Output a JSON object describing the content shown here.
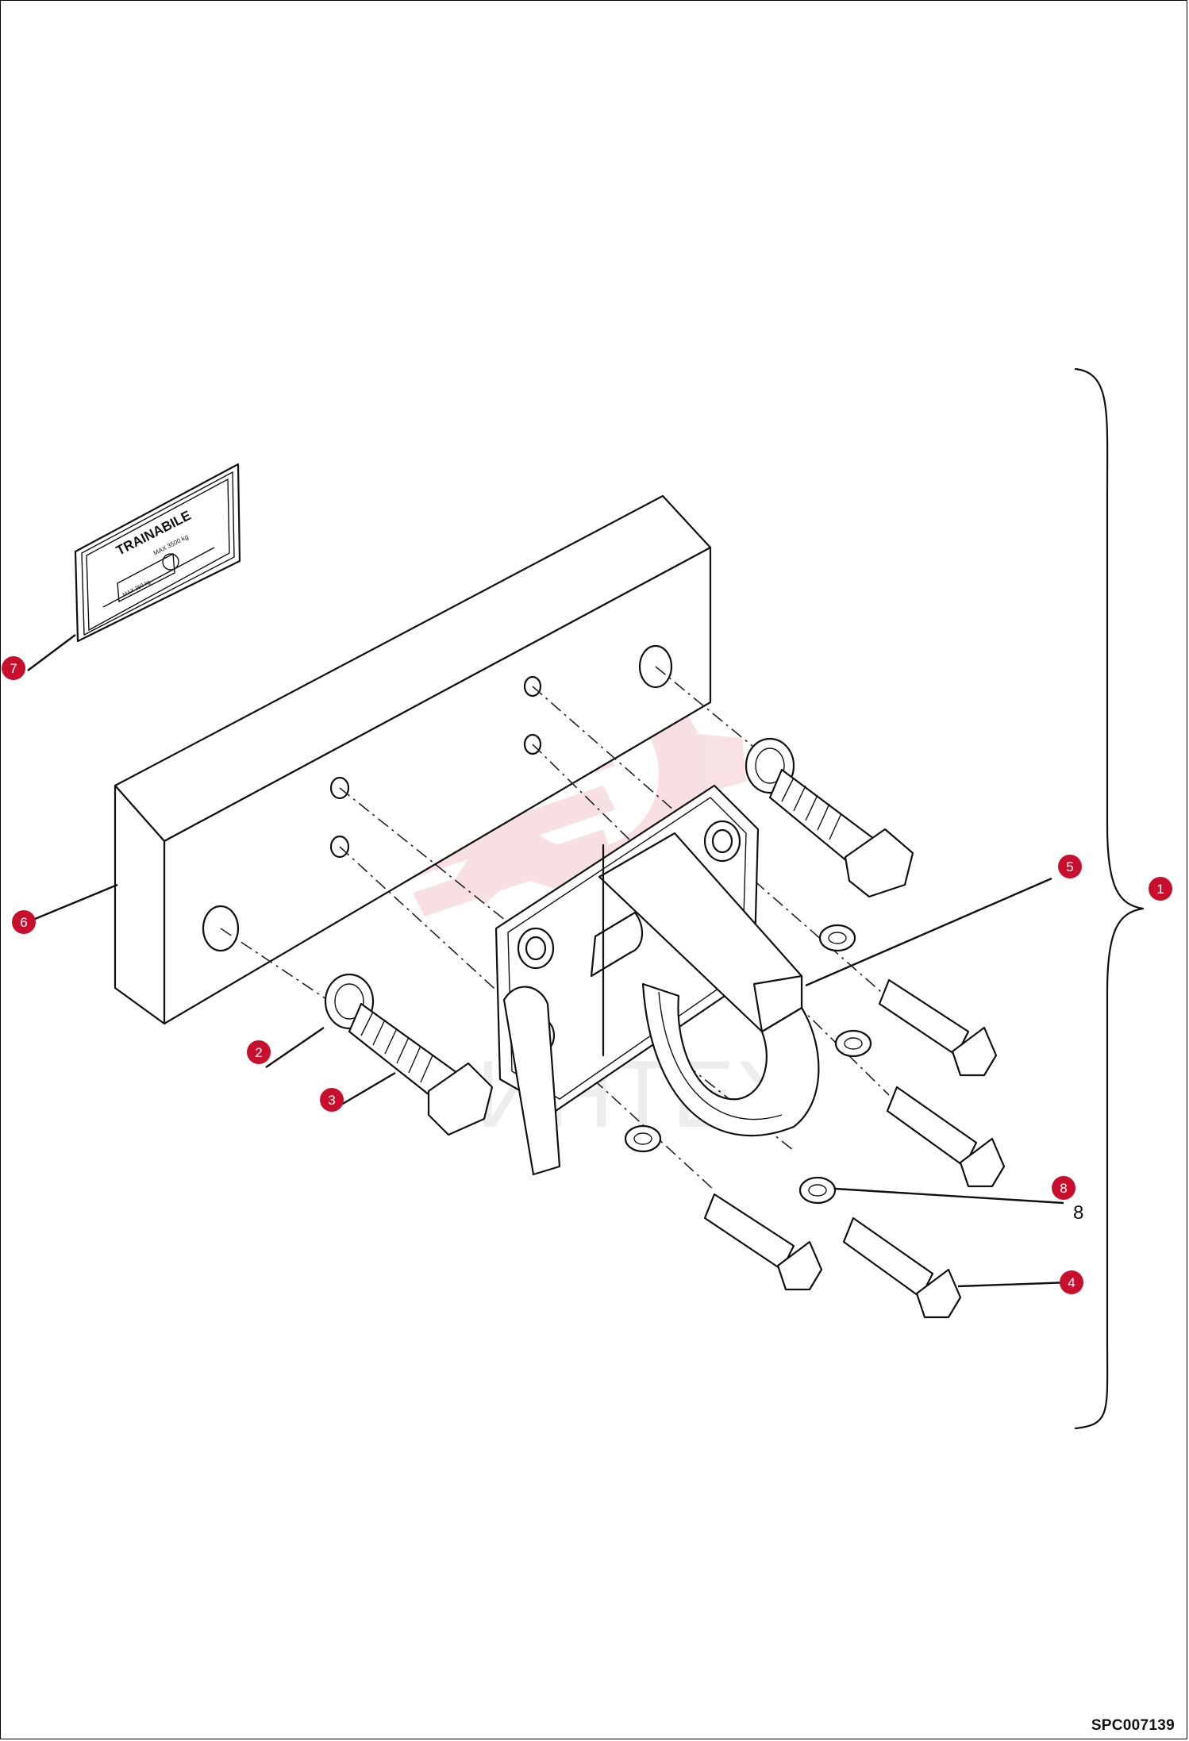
{
  "drawing_code": "SPC007139",
  "plate_text": {
    "title": "TRAINABILE",
    "small": "MAX 3500 kg",
    "stamp": "MAX 350 kg"
  },
  "watermark_text": "ИНТЕХ",
  "callouts": [
    {
      "id": "1"
    },
    {
      "id": "2"
    },
    {
      "id": "3"
    },
    {
      "id": "4"
    },
    {
      "id": "5"
    },
    {
      "id": "6"
    },
    {
      "id": "7"
    },
    {
      "id": "8",
      "ghost": "8"
    }
  ],
  "colors": {
    "badge": "#c8102e",
    "watermark": "#f3c8cc",
    "line": "#111111"
  }
}
